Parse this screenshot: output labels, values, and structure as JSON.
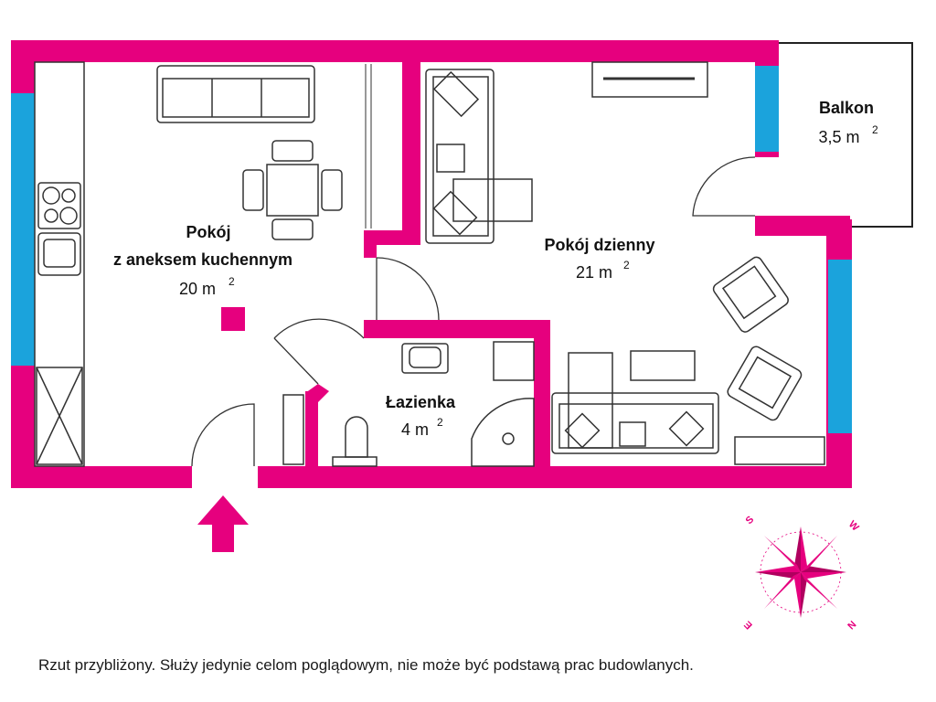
{
  "rooms": {
    "living_kitchen": {
      "name_line1": "Pokój",
      "name_line2": "z aneksem kuchennym",
      "area": "20 m",
      "unit_sup": "2"
    },
    "living": {
      "name": "Pokój dzienny",
      "area": "21 m",
      "unit_sup": "2"
    },
    "bathroom": {
      "name": "Łazienka",
      "area": "4 m",
      "unit_sup": "2"
    },
    "balcony": {
      "name": "Balkon",
      "area": "3,5 m",
      "unit_sup": "2"
    }
  },
  "compass": {
    "labels": [
      "S",
      "W",
      "E",
      "N"
    ]
  },
  "colors": {
    "wall": "#e6007e",
    "window": "#1ba3dc",
    "furniture_stroke": "#333333"
  },
  "icons": [
    "entrance-arrow-icon",
    "compass-rose-icon"
  ],
  "footer": {
    "disclaimer": "Rzut przybliżony. Służy jedynie celom poglądowym, nie może być podstawą prac budowlanych."
  }
}
